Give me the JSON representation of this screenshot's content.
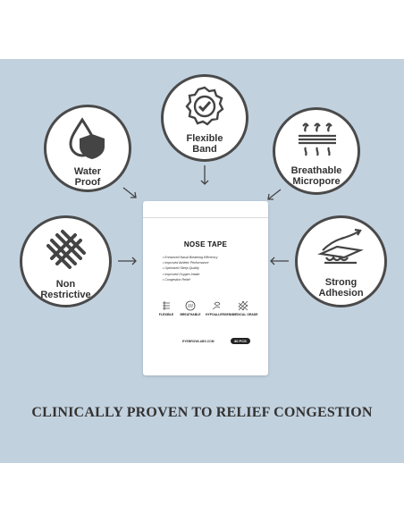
{
  "features": {
    "water_proof": {
      "line1": "Water",
      "line2": "Proof",
      "icon": "water-drop-shield-icon"
    },
    "flexible_band": {
      "line1": "Flexible",
      "line2": "Band",
      "icon": "check-badge-icon"
    },
    "breathable": {
      "line1": "Breathable",
      "line2": "Micropore",
      "icon": "airflow-arrows-icon"
    },
    "non_restrictive": {
      "line1": "Non",
      "line2": "Restrictive",
      "icon": "woven-fabric-icon"
    },
    "strong_adhesion": {
      "line1": "Strong",
      "line2": "Adhesion",
      "icon": "adhesive-layer-icon"
    }
  },
  "package": {
    "title": "NOSE TAPE",
    "bullets": [
      "Enhanced Nasal Breathing Efficiency",
      "Improved Athletic Performance",
      "Optimized Sleep Quality",
      "Improved Oxygen Intake",
      "Congestion Relief"
    ],
    "icon_labels": [
      "FLEXIBLE",
      "BREATHABLE",
      "HYPOALLERGENIC",
      "MEDICAL GRADE"
    ],
    "website": "EYEBROWLABS.COM",
    "count": "30 PCS"
  },
  "headline": "CLINICALLY PROVEN TO RELIEF CONGESTION",
  "colors": {
    "panel": "#c2d1de",
    "ring": "#4a4a4a",
    "text": "#333333"
  }
}
